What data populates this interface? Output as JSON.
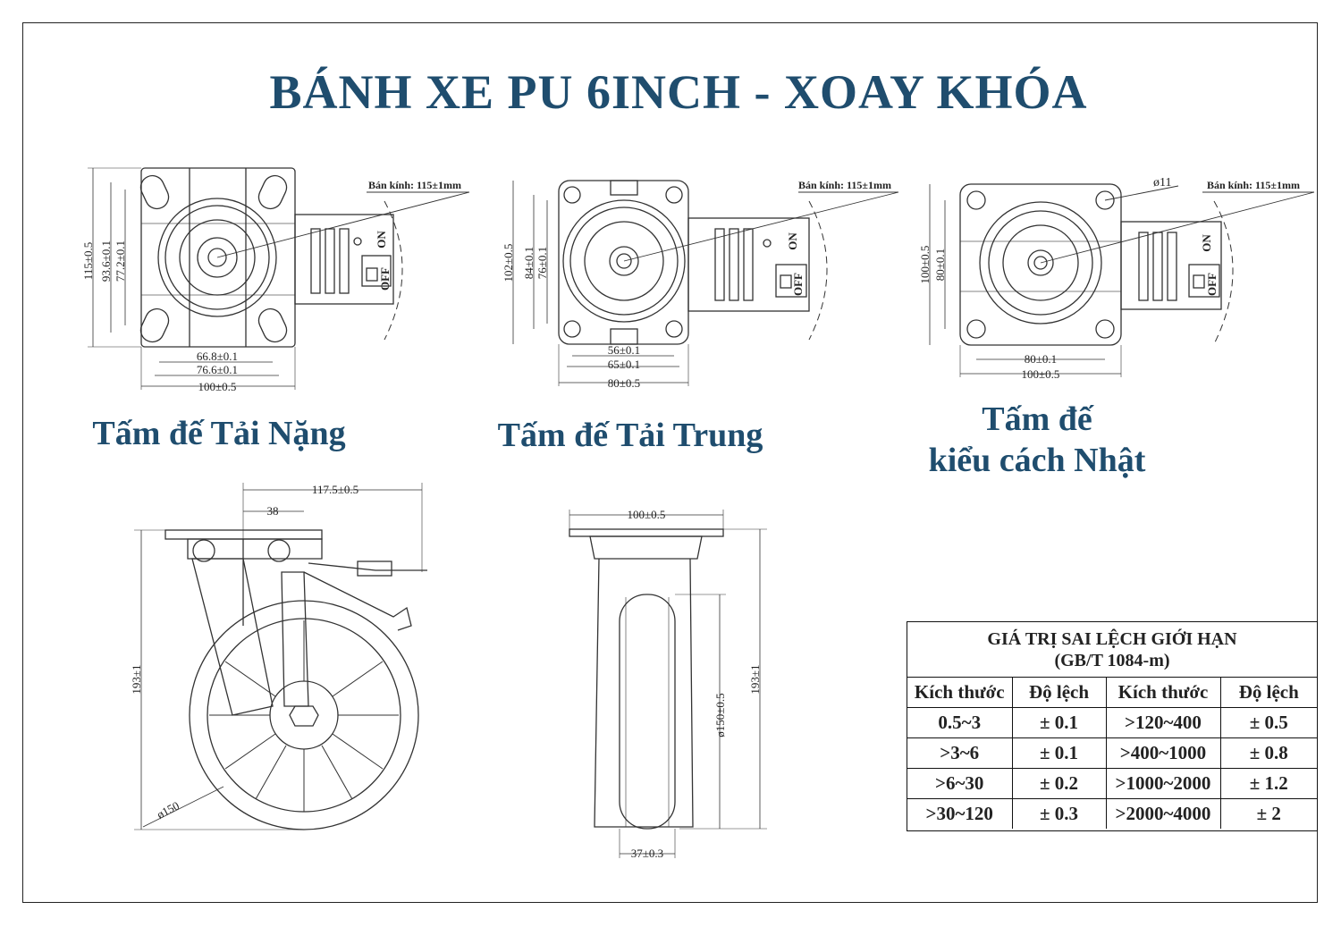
{
  "title": "BÁNH XE PU 6INCH - XOAY KHÓA",
  "captions": {
    "heavy": "Tấm đế Tải Nặng",
    "medium": "Tấm đế Tải Trung",
    "japan_line1": "Tấm đế",
    "japan_line2": "kiểu cách Nhật"
  },
  "plates": {
    "heavy": {
      "radius": "Bán kính: 115±1mm",
      "height": "115±0.5",
      "hole_outer": "93.6±0.1",
      "hole_inner": "77.2±0.1",
      "w_inner": "66.8±0.1",
      "w_outer": "76.6±0.1",
      "width": "100±0.5",
      "on": "ON",
      "off": "OFF"
    },
    "medium": {
      "radius": "Bán kính: 115±1mm",
      "height": "102±0.5",
      "hole_outer": "84±0.1",
      "hole_inner": "76±0.1",
      "w_inner": "56±0.1",
      "w_outer": "65±0.1",
      "width": "80±0.5",
      "on": "ON",
      "off": "OFF"
    },
    "japan": {
      "radius": "Bán kính: 115±1mm",
      "hole": "ø11",
      "height": "100±0.5",
      "hole_span": "80±0.1",
      "w_inner": "80±0.1",
      "width": "100±0.5",
      "on": "ON",
      "off": "OFF"
    }
  },
  "side_view": {
    "offset_total": "117.5±0.5",
    "offset": "38",
    "height": "193±1",
    "wheel": "ø150"
  },
  "front_view": {
    "plate": "100±0.5",
    "wheel": "ø150±0.5",
    "height": "193±1",
    "width": "37±0.3"
  },
  "tolerance": {
    "title_line1": "GIÁ TRỊ SAI LỆCH GIỚI HẠN",
    "title_line2": "(GB/T 1084-m)",
    "headers": [
      "Kích thước",
      "Độ lệch",
      "Kích thước",
      "Độ lệch"
    ],
    "rows": [
      [
        "0.5~3",
        "± 0.1",
        ">120~400",
        "± 0.5"
      ],
      [
        ">3~6",
        "± 0.1",
        ">400~1000",
        "± 0.8"
      ],
      [
        ">6~30",
        "± 0.2",
        ">1000~2000",
        "± 1.2"
      ],
      [
        ">30~120",
        "± 0.3",
        ">2000~4000",
        "±  2"
      ]
    ]
  }
}
